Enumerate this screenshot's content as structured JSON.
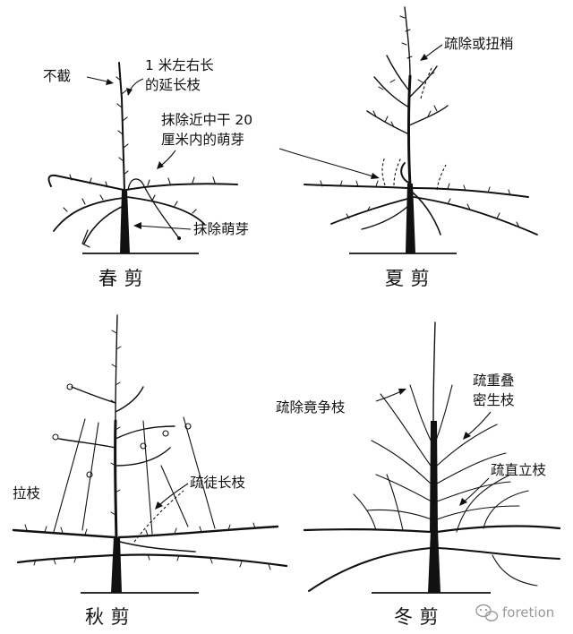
{
  "panels": {
    "spring": {
      "caption": "春 剪",
      "label_no_cut": "不截",
      "label_extension_line1": "1 米左右长",
      "label_extension_line2": "的延长枝",
      "label_remove_near_line1": "抹除近中干 20",
      "label_remove_near_line2": "厘米内的萌芽",
      "label_remove_buds": "抹除萌芽"
    },
    "summer": {
      "caption": "夏 剪",
      "label_thin_or_twist": "疏除或扭梢"
    },
    "autumn": {
      "caption": "秋 剪",
      "label_pull_branch": "拉枝",
      "label_thin_water_sprouts": "疏徒长枝"
    },
    "winter": {
      "caption": "冬 剪",
      "label_thin_competing": "疏除竟争枝",
      "label_thin_overlap_line1": "疏重叠",
      "label_thin_overlap_line2": "密生枝",
      "label_thin_upright": "疏直立枝"
    }
  },
  "watermark": {
    "icon": "wechat-icon",
    "text": "foretion"
  }
}
